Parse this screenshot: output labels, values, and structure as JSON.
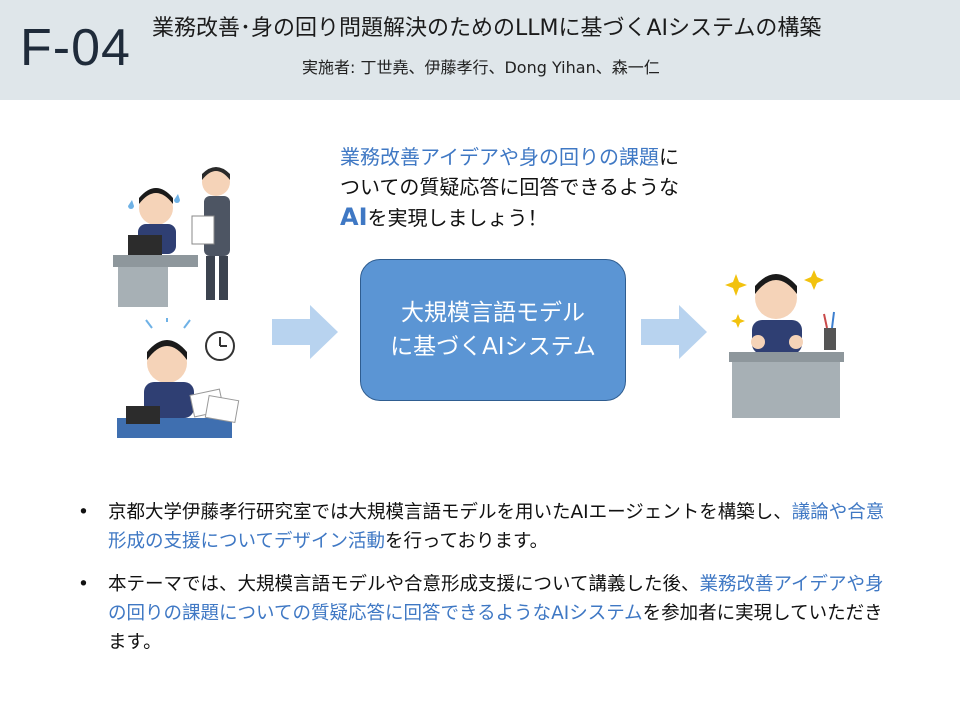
{
  "header": {
    "code": "F-04",
    "title": "業務改善･身の回り問題解決のためのLLMに基づくAIシステムの構築",
    "authors": "実施者: 丁世堯、伊藤孝行、Dong  Yihan、森一仁"
  },
  "intro": {
    "line1_blue": "業務改善アイデアや身の回りの課題",
    "line1_tail": "に",
    "line2": "ついての質疑応答に回答できるような",
    "line3_ai": "AI",
    "line3_tail": "を実現しましょう！"
  },
  "center_box": {
    "line1": "大規模言語モデル",
    "line2": "に基づくAIシステム"
  },
  "bullets": [
    {
      "head": "京都大学伊藤孝行研究室では大規模言語モデルを用いたAIエージェントを構築し、",
      "blue": "議論や合意形成の支援についてデザイン活動",
      "tail": "を行っております。"
    },
    {
      "head": "本テーマでは、大規模言語モデルや合意形成支援について講義した後、",
      "blue": "業務改善アイデアや身の回りの課題についての質疑応答に回答できるようなAIシステム",
      "tail": "を参加者に実現していただきます。"
    }
  ],
  "colors": {
    "header_bg": "#dfe6ea",
    "accent_blue": "#3f78c4",
    "box_blue": "#5b95d4",
    "arrow_blue": "#b8d3ef"
  },
  "icons": [
    "office-workers-illustration",
    "stressed-worker-illustration",
    "happy-worker-illustration",
    "right-arrow-icon"
  ]
}
